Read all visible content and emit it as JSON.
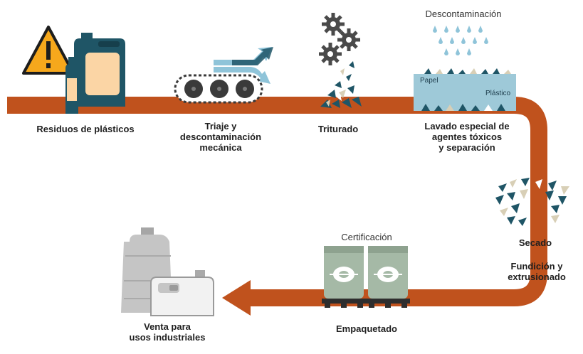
{
  "colors": {
    "pipe": "#c0521d",
    "teal": "#1f5566",
    "peach": "#fbd5a5",
    "water": "#8fc4d9",
    "water_tank": "#9ec9d8",
    "sack": "#a5b9a6",
    "jug_light": "#c5c5c5",
    "jug_dark": "#a6a6a6",
    "gear": "#4a4a4a",
    "warning": "#f6a81c",
    "conveyor": "#3a3a3a",
    "chip_beige": "#d8cfb6"
  },
  "steps": [
    {
      "id": "residuos",
      "label": "Residuos de plásticos",
      "icon": "plastic-waste-icon"
    },
    {
      "id": "triaje",
      "label": "Triaje y\ndescontaminación\nmecánica",
      "icon": "conveyor-sorting-icon"
    },
    {
      "id": "triturado",
      "label": "Triturado",
      "icon": "gears-shredding-icon"
    },
    {
      "id": "lavado",
      "label": "Lavado especial de\nagentes tóxicos\ny separación",
      "icon": "washing-tank-icon"
    },
    {
      "id": "secado",
      "label": "Secado",
      "icon": "dried-flakes-icon"
    },
    {
      "id": "fundicion",
      "label": "Fundición y\nextrusionado",
      "icon": ""
    },
    {
      "id": "empaquetado",
      "label": "Empaquetado",
      "icon": "sacks-on-pallets-icon"
    },
    {
      "id": "venta",
      "label": "Venta para\nusos industriales",
      "icon": "industrial-containers-icon"
    }
  ],
  "annotations": {
    "descontaminacion": "Descontaminación",
    "certificacion": "Certificación",
    "papel": "Papel",
    "plastico": "Plástico"
  }
}
